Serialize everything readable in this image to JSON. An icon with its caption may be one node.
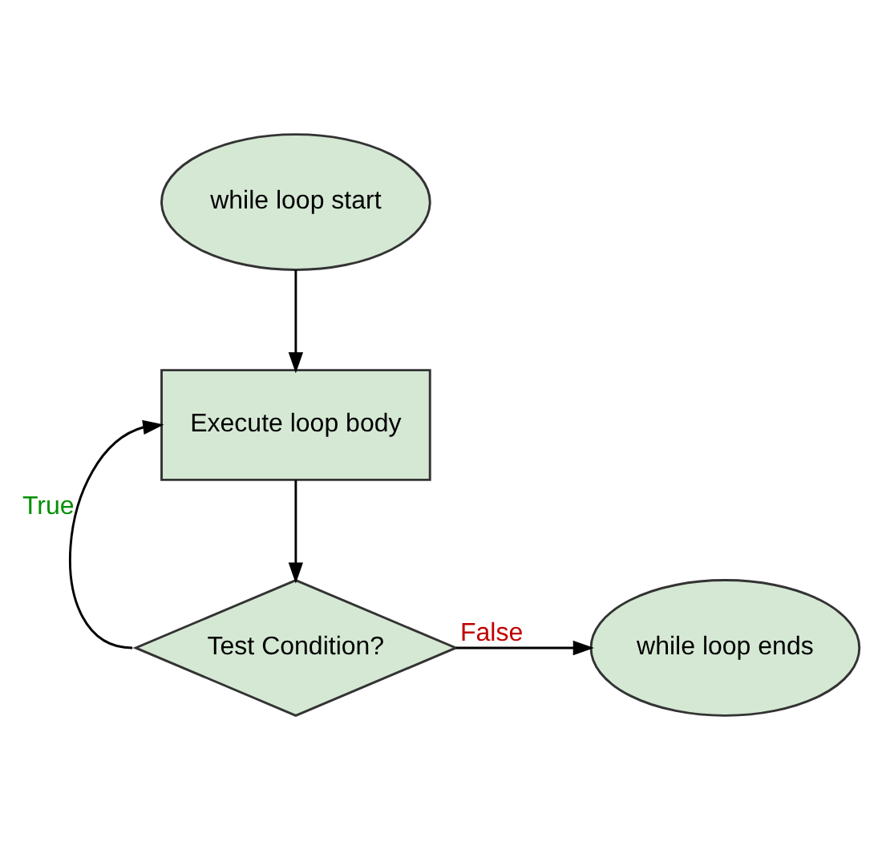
{
  "diagram": {
    "nodes": [
      {
        "text": [
          "while loop start"
        ]
      },
      {
        "text": [
          "Execute loop body"
        ]
      },
      {
        "text": [
          "Test Condition?"
        ]
      },
      {
        "text": [
          "while loop ends"
        ]
      }
    ],
    "edges": [
      {
        "from": 0,
        "to": 1,
        "arrow": "to"
      },
      {
        "from": 1,
        "to": 2,
        "arrow": "to"
      },
      {
        "from": 2,
        "to": 3,
        "arrow": "to",
        "label": "False"
      },
      {
        "from": 2,
        "to": 1,
        "arrow": "to",
        "label": "True"
      }
    ]
  }
}
